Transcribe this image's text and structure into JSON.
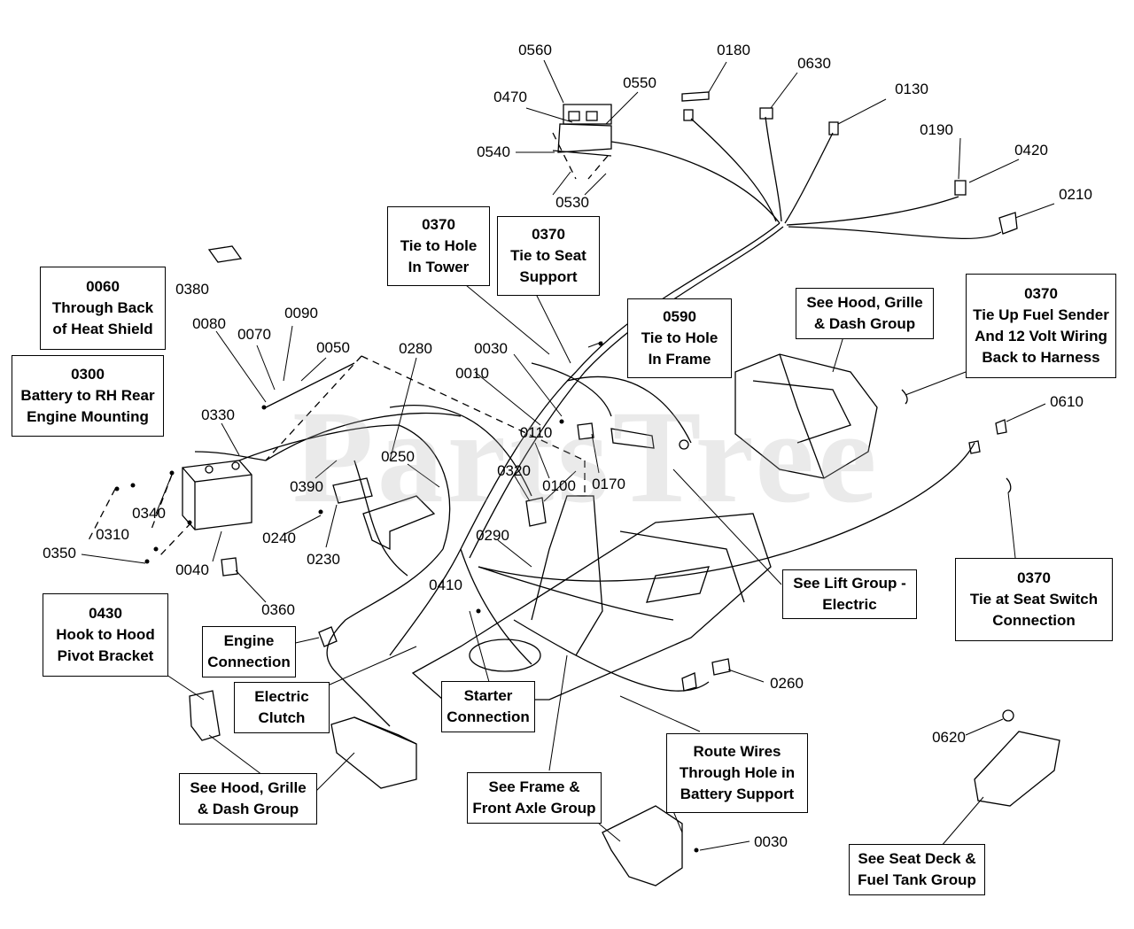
{
  "watermark": "PartsTree",
  "part_numbers": {
    "p0560": "0560",
    "p0180": "0180",
    "p0630": "0630",
    "p0470": "0470",
    "p0550": "0550",
    "p0130": "0130",
    "p0190": "0190",
    "p0420": "0420",
    "p0540": "0540",
    "p0530": "0530",
    "p0210": "0210",
    "p0380": "0380",
    "p0090": "0090",
    "p0080": "0080",
    "p0070": "0070",
    "p0050": "0050",
    "p0280": "0280",
    "p0030a": "0030",
    "p0010": "0010",
    "p0330": "0330",
    "p0110": "0110",
    "p0250": "0250",
    "p0390": "0390",
    "p0320": "0320",
    "p0100": "0100",
    "p0170": "0170",
    "p0610": "0610",
    "p0340": "0340",
    "p0310": "0310",
    "p0240": "0240",
    "p0230": "0230",
    "p0290": "0290",
    "p0350": "0350",
    "p0040": "0040",
    "p0360": "0360",
    "p0410": "0410",
    "p0260": "0260",
    "p0620": "0620",
    "p0030b": "0030"
  },
  "callouts": {
    "tie_tower": {
      "num": "0370",
      "l1": "Tie to Hole",
      "l2": "In Tower"
    },
    "tie_seat": {
      "num": "0370",
      "l1": "Tie to Seat",
      "l2": "Support"
    },
    "heat_shield": {
      "num": "0060",
      "l1": "Through Back",
      "l2": "of Heat Shield"
    },
    "battery_mount": {
      "num": "0300",
      "l1": "Battery to RH Rear",
      "l2": "Engine Mounting"
    },
    "tie_frame": {
      "num": "0590",
      "l1": "Tie to Hole",
      "l2": "In Frame"
    },
    "fuel_sender": {
      "num": "0370",
      "l1": "Tie Up Fuel Sender",
      "l2": "And 12 Volt Wiring",
      "l3": "Back to Harness"
    },
    "seat_switch": {
      "num": "0370",
      "l1": "Tie at Seat Switch",
      "l2": "Connection"
    },
    "hood_pivot": {
      "num": "0430",
      "l1": "Hook to Hood",
      "l2": "Pivot Bracket"
    }
  },
  "refs": {
    "hood_grille_top": {
      "l1": "See Hood, Grille",
      "l2": "& Dash Group"
    },
    "lift_group": {
      "l1": "See Lift Group -",
      "l2": "Electric"
    },
    "engine_conn": {
      "l1": "Engine",
      "l2": "Connection"
    },
    "electric_clutch": {
      "l1": "Electric",
      "l2": "Clutch"
    },
    "starter_conn": {
      "l1": "Starter",
      "l2": "Connection"
    },
    "route_wires": {
      "l1": "Route Wires",
      "l2": "Through Hole in",
      "l3": "Battery Support"
    },
    "hood_grille_bottom": {
      "l1": "See Hood, Grille",
      "l2": "& Dash Group"
    },
    "frame_axle": {
      "l1": "See Frame &",
      "l2": "Front Axle Group"
    },
    "seat_deck": {
      "l1": "See Seat Deck &",
      "l2": "Fuel Tank Group"
    }
  }
}
